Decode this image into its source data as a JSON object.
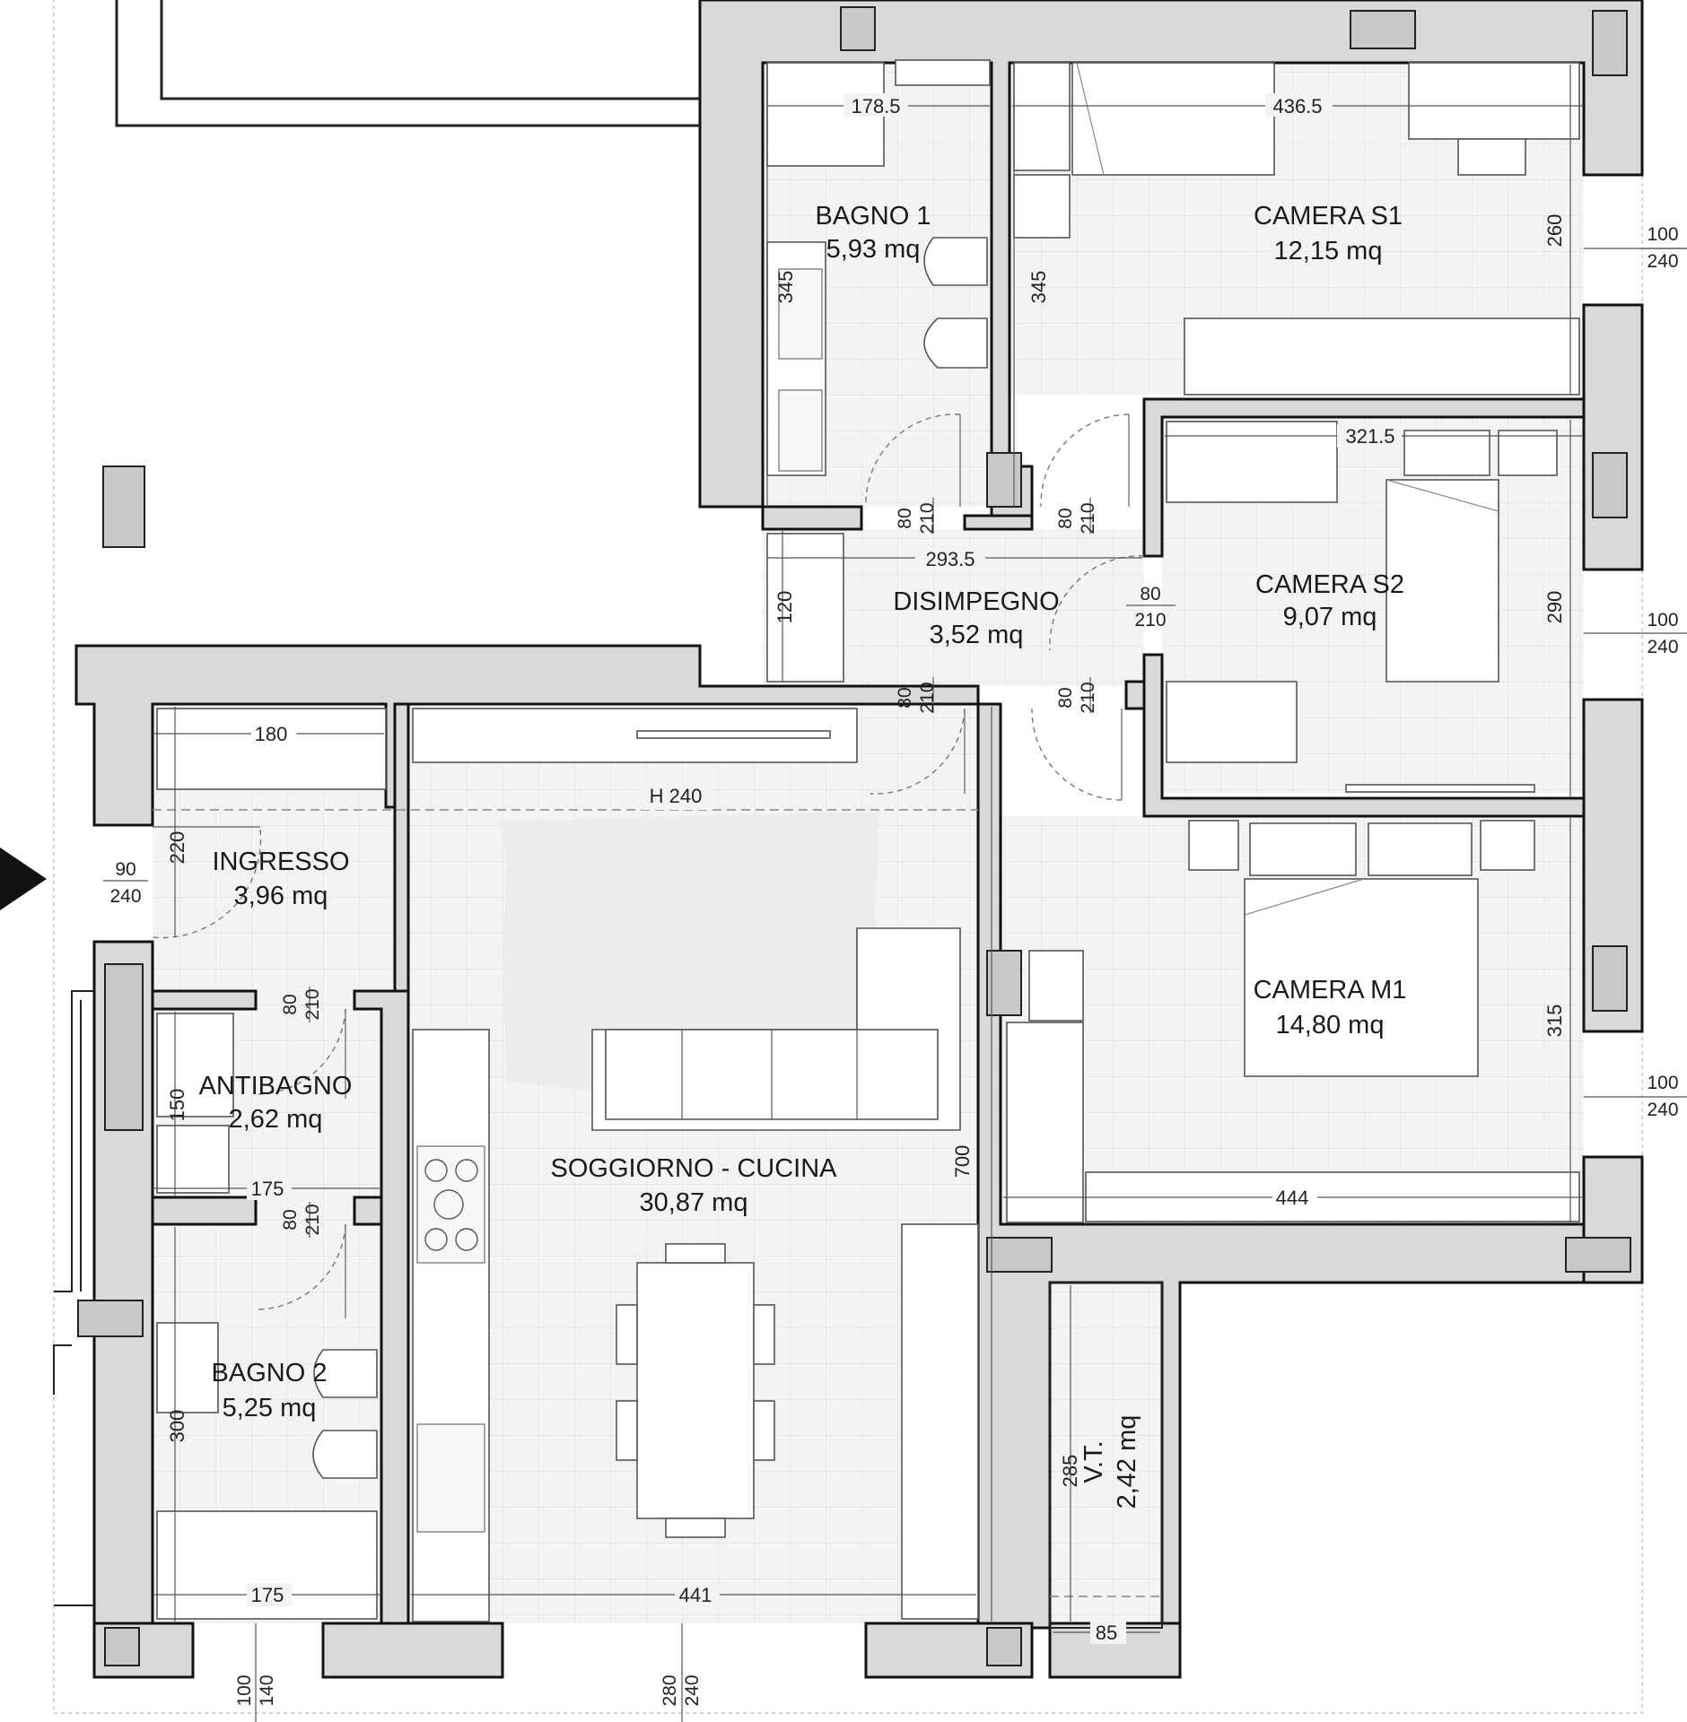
{
  "rooms": {
    "bagno1": {
      "name": "BAGNO 1",
      "area": "5,93 mq"
    },
    "camera_s1": {
      "name": "CAMERA S1",
      "area": "12,15 mq"
    },
    "disimpegno": {
      "name": "DISIMPEGNO",
      "area": "3,52 mq"
    },
    "camera_s2": {
      "name": "CAMERA S2",
      "area": "9,07 mq"
    },
    "ingresso": {
      "name": "INGRESSO",
      "area": "3,96 mq"
    },
    "antibagno": {
      "name": "ANTIBAGNO",
      "area": "2,62 mq"
    },
    "soggiorno": {
      "name": "SOGGIORNO - CUCINA",
      "area": "30,87 mq"
    },
    "camera_m1": {
      "name": "CAMERA M1",
      "area": "14,80 mq"
    },
    "bagno2": {
      "name": "BAGNO 2",
      "area": "5,25 mq"
    },
    "vt": {
      "name": "V.T.",
      "area": "2,42 mq"
    }
  },
  "dimensions": {
    "bagno1_width": "178.5",
    "camera_s1_width": "436.5",
    "bagno1_depth": "345",
    "camera_s1_depth_left": "345",
    "camera_s1_depth_right": "260",
    "camera_s2_width": "321.5",
    "disimpegno_width": "293.5",
    "disimpegno_depth": "120",
    "camera_s2_depth": "290",
    "ingresso_width": "180",
    "ingresso_depth": "220",
    "soggiorno_height": "H 240",
    "antibagno_depth": "150",
    "antibagno_width": "175",
    "soggiorno_depth": "700",
    "camera_m1_depth": "315",
    "camera_m1_width": "444",
    "bagno2_depth": "300",
    "bagno2_width": "175",
    "soggiorno_width": "441",
    "vt_depth": "285",
    "vt_width": "85"
  },
  "openings": {
    "door_bagno1": {
      "w": "80",
      "h": "210"
    },
    "door_camera_s1": {
      "w": "80",
      "h": "210"
    },
    "door_camera_s2": {
      "w": "80",
      "h": "210"
    },
    "door_soggiorno": {
      "w": "80",
      "h": "210"
    },
    "door_camera_m1": {
      "w": "80",
      "h": "210"
    },
    "door_antibagno": {
      "w": "80",
      "h": "210"
    },
    "door_bagno2": {
      "w": "80",
      "h": "210"
    },
    "entrance": {
      "w": "90",
      "h": "240"
    },
    "window_s1": {
      "w": "100",
      "h": "240"
    },
    "window_s2": {
      "w": "100",
      "h": "240"
    },
    "window_m1": {
      "w": "100",
      "h": "240"
    },
    "window_bagno2": {
      "w": "100",
      "h": "140"
    },
    "window_soggiorno": {
      "w": "280",
      "h": "240"
    }
  },
  "colors": {
    "wall": "#d9d9d9",
    "floor": "#f3f3f1",
    "line": "#111111"
  }
}
